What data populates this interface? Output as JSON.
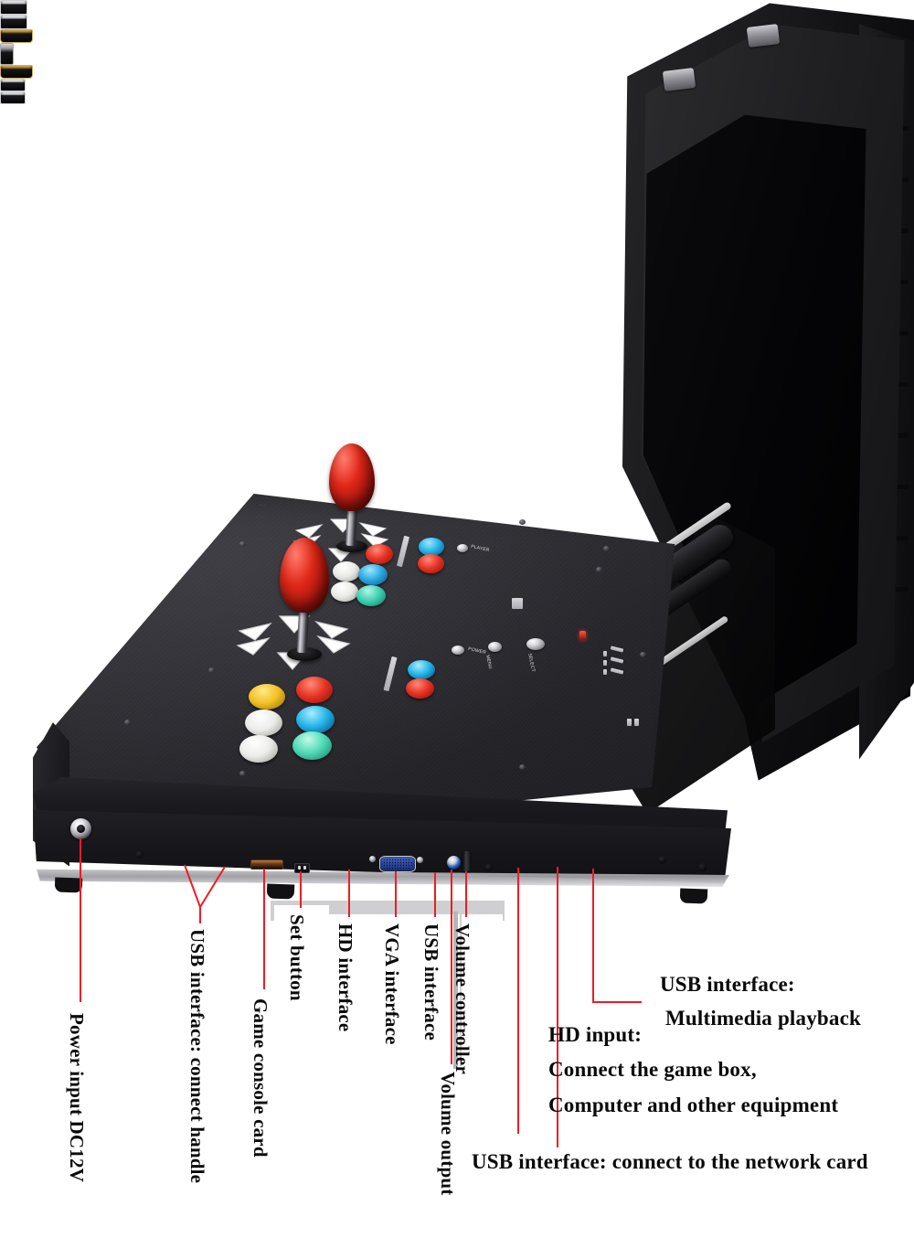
{
  "document": {
    "kind": "product-annotation-diagram",
    "subject": "Portable folding arcade game console with dual joysticks and flip-up LCD monitor",
    "background_color": "#ffffff",
    "leader_line_color": "#ee1c25",
    "label_text_color": "#0a0a0a"
  },
  "product": {
    "monitor": {
      "name": "flip-up LCD display",
      "bezel_color": "#202023",
      "screen_color": "#050507",
      "latch_count": 2
    },
    "control_deck": {
      "surface_color": "#2f2f35",
      "joysticks": [
        {
          "id": "player-1",
          "knob_color": "#d8281b",
          "shaft_color": "#c9c9d0"
        },
        {
          "id": "player-2",
          "knob_color": "#d8281b",
          "shaft_color": "#c9c9d0"
        }
      ],
      "direction_decals": 2,
      "action_buttons_player1": [
        {
          "color": "#e63122",
          "name": "red"
        },
        {
          "color": "#f4f4f2",
          "name": "white"
        },
        {
          "color": "#f4f4f2",
          "name": "white"
        },
        {
          "color": "#2aa8e0",
          "name": "blue"
        },
        {
          "color": "#3ccfb0",
          "name": "teal"
        }
      ],
      "action_buttons_player2": [
        {
          "color": "#f2c021",
          "name": "yellow"
        },
        {
          "color": "#e63122",
          "name": "red"
        },
        {
          "color": "#f4f4f2",
          "name": "white"
        },
        {
          "color": "#f4f4f2",
          "name": "white"
        },
        {
          "color": "#22b3e8",
          "name": "cyan"
        },
        {
          "color": "#4fd9b5",
          "name": "green"
        }
      ],
      "coin_start_buttons": [
        {
          "color": "#22b3e8",
          "name": "blue-start"
        },
        {
          "color": "#e63122",
          "name": "red-coin"
        }
      ],
      "panel_controls": [
        "power",
        "menu",
        "select",
        "reset"
      ],
      "led_indicator_color": "#ff4a2e"
    },
    "io_panel": {
      "ports": [
        {
          "id": "power-jack",
          "type": "dc-barrel-jack"
        },
        {
          "id": "usb-left-1",
          "type": "usb-a"
        },
        {
          "id": "usb-left-2",
          "type": "usb-a"
        },
        {
          "id": "card-slot",
          "type": "game-card-slot"
        },
        {
          "id": "set-button",
          "type": "push-button"
        },
        {
          "id": "hdmi-out",
          "type": "hdmi"
        },
        {
          "id": "vga",
          "type": "vga-db15"
        },
        {
          "id": "usb-mid",
          "type": "usb-a"
        },
        {
          "id": "audio-out",
          "type": "3.5mm-jack"
        },
        {
          "id": "volume-knob",
          "type": "rotary-knob"
        },
        {
          "id": "hdmi-in",
          "type": "hdmi"
        },
        {
          "id": "usb-right-1",
          "type": "usb-a"
        },
        {
          "id": "usb-right-2",
          "type": "usb-a"
        }
      ]
    }
  },
  "annotations": {
    "vertical_labels": [
      {
        "id": "power-input",
        "text": "Power input DC12V"
      },
      {
        "id": "usb-handle",
        "text": "USB interface: connect handle"
      },
      {
        "id": "game-console-card",
        "text": "Game console card"
      },
      {
        "id": "set-button",
        "text": "Set button"
      },
      {
        "id": "hd-interface",
        "text": "HD interface"
      },
      {
        "id": "vga-interface",
        "text": "VGA interface"
      },
      {
        "id": "usb-interface",
        "text": "USB interface"
      },
      {
        "id": "volume-controller",
        "text": "Volume controller"
      },
      {
        "id": "volume-output",
        "text": "Volume output"
      }
    ],
    "horizontal_labels": [
      {
        "id": "usb-multimedia-line1",
        "text": "USB interface:"
      },
      {
        "id": "usb-multimedia-line2",
        "text": "Multimedia playback"
      },
      {
        "id": "hd-input-line1",
        "text": "HD input:"
      },
      {
        "id": "hd-input-line2",
        "text": "Connect the game box,"
      },
      {
        "id": "hd-input-line3",
        "text": "Computer and other equipment"
      },
      {
        "id": "usb-network",
        "text": "USB interface: connect to the network card"
      }
    ]
  }
}
